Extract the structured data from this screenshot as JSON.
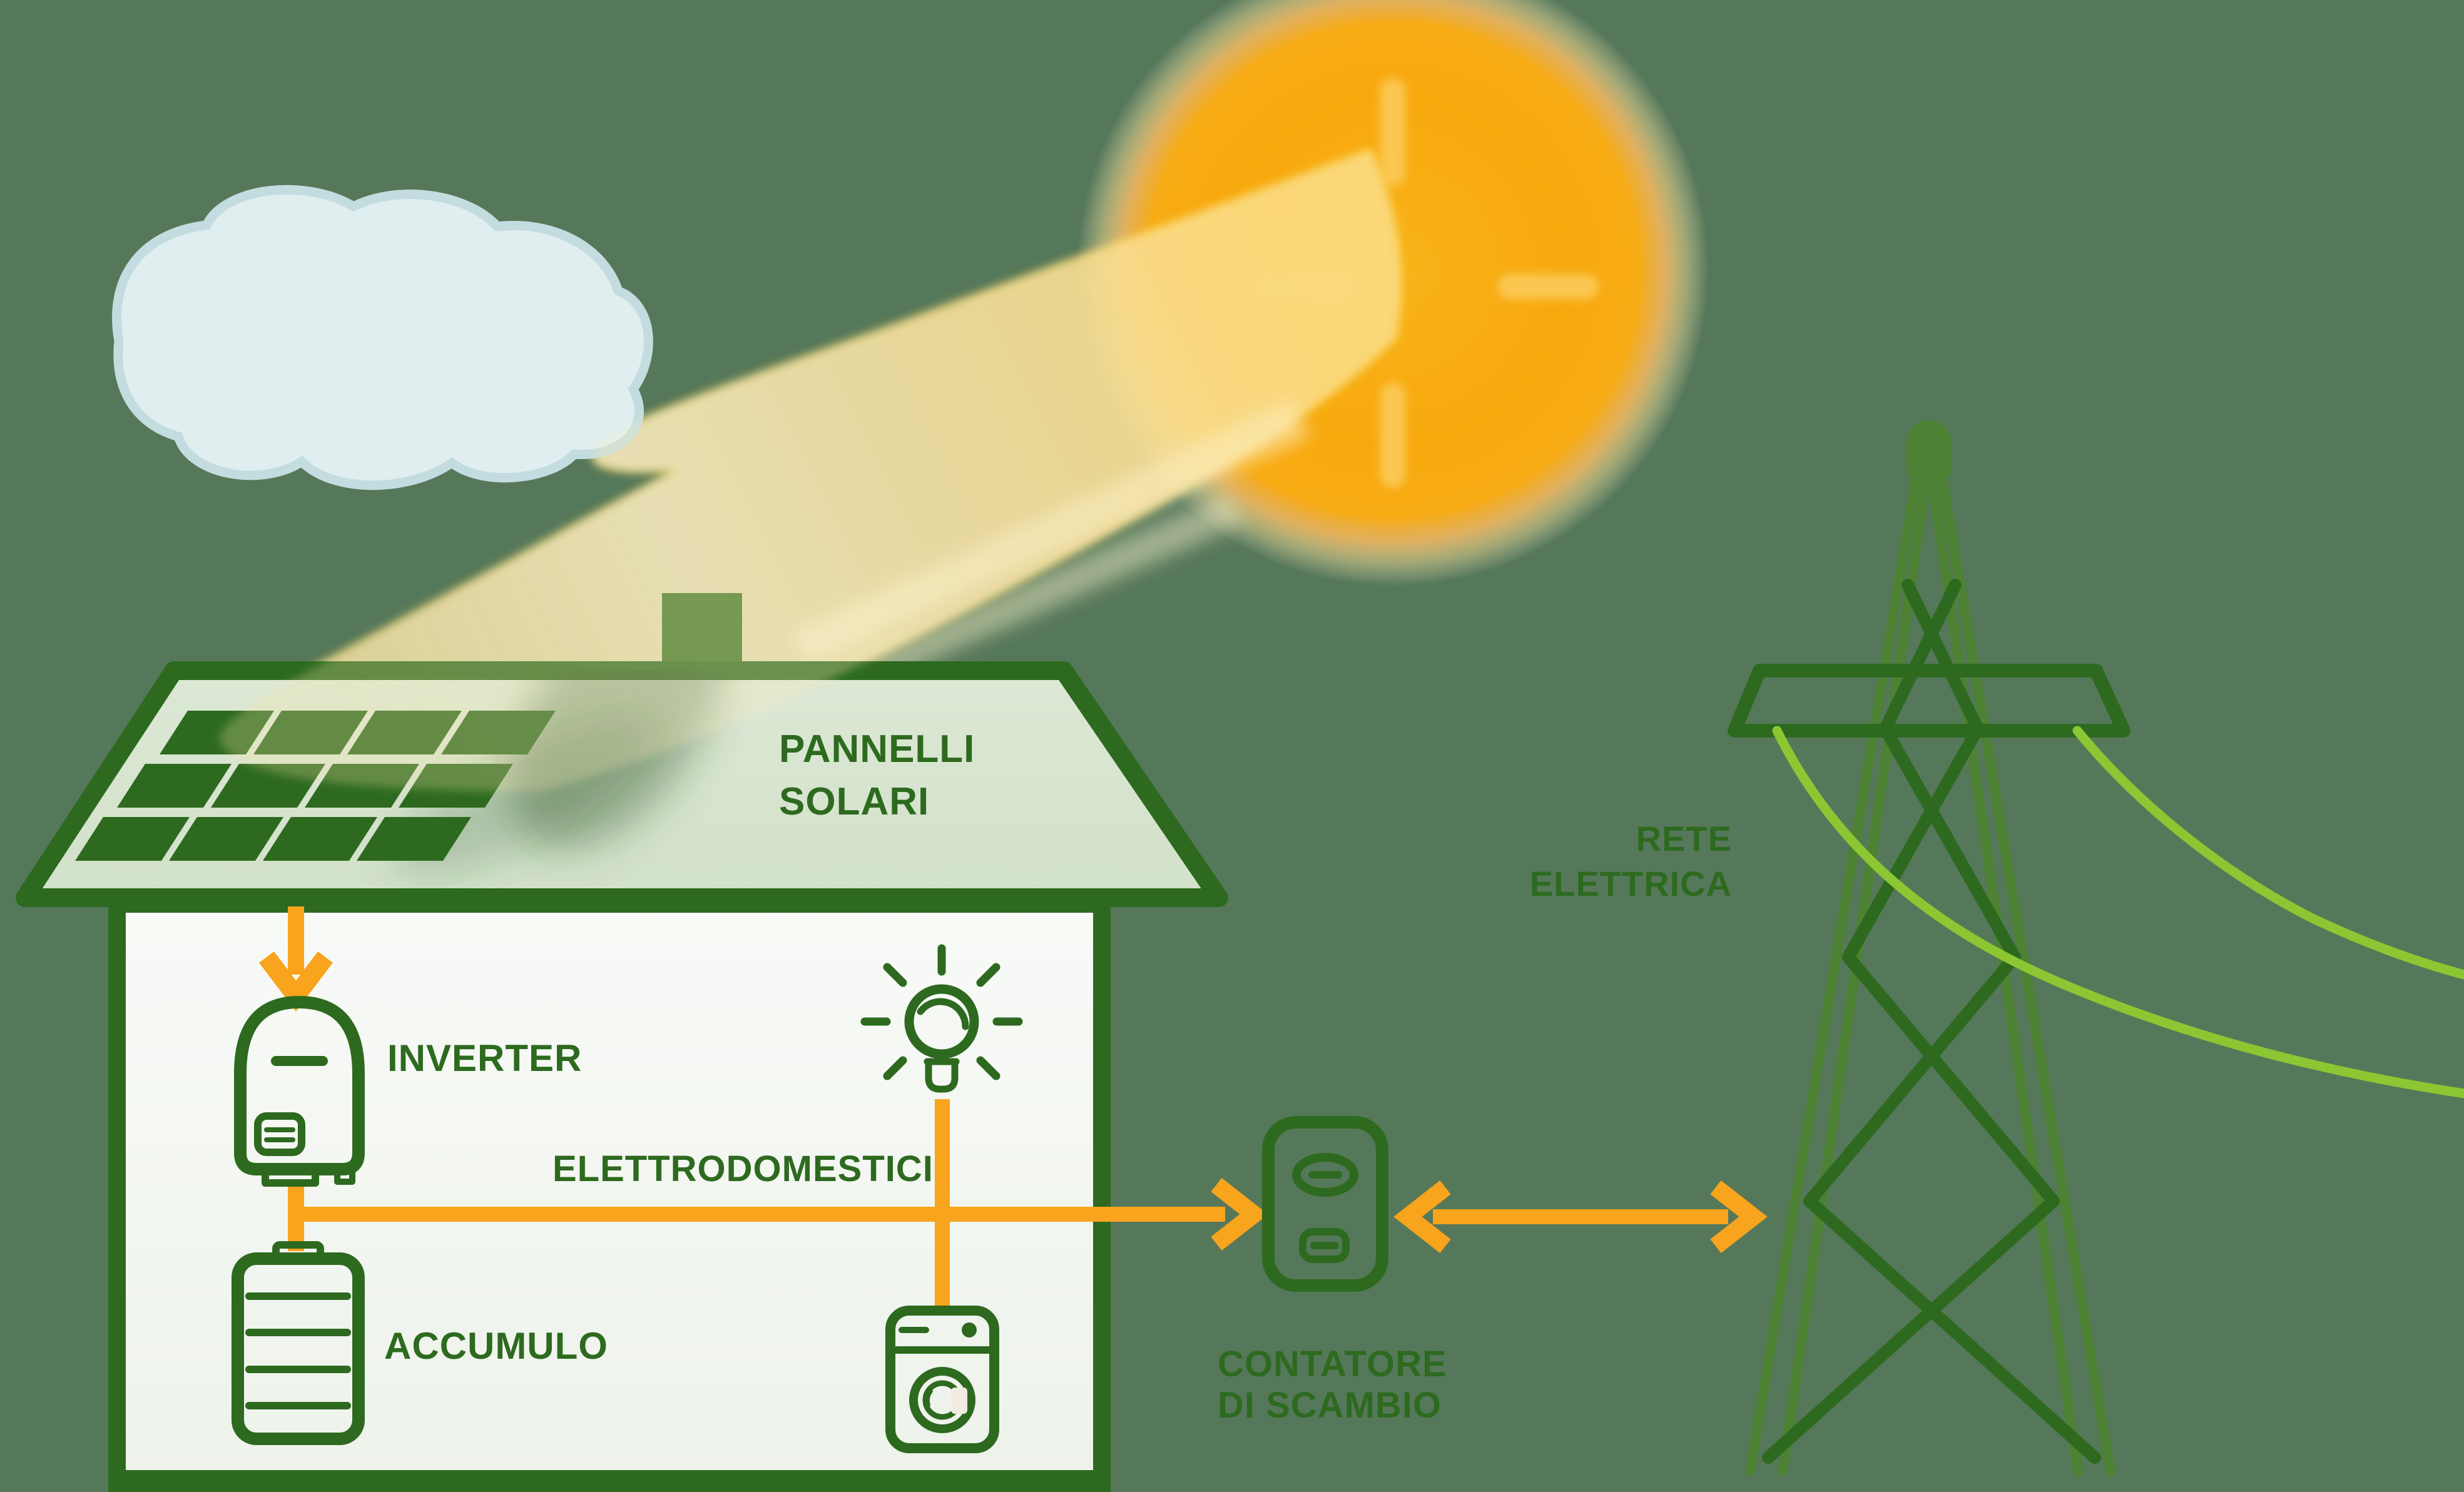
{
  "diagram": {
    "type": "solar-energy-home-infographic",
    "language": "it",
    "labels": {
      "panels_line1": "PANNELLI",
      "panels_line2": "SOLARI",
      "inverter": "INVERTER",
      "storage": "ACCUMULO",
      "appliances": "ELETTRODOMESTICI",
      "meter_line1": "CONTATORE",
      "meter_line2": "DI SCAMBIO",
      "grid_line1": "RETE",
      "grid_line2": "ELETTRICA"
    },
    "nodes": [
      {
        "id": "sun",
        "icon": "sun-icon"
      },
      {
        "id": "cloud",
        "icon": "cloud-icon"
      },
      {
        "id": "solar-panels",
        "label": "PANNELLI SOLARI",
        "icon": "solar-roof-icon"
      },
      {
        "id": "inverter",
        "label": "INVERTER",
        "icon": "inverter-icon"
      },
      {
        "id": "storage-battery",
        "label": "ACCUMULO",
        "icon": "battery-icon"
      },
      {
        "id": "appliances",
        "label": "ELETTRODOMESTICI",
        "icons": [
          "lightbulb-icon",
          "washing-machine-icon"
        ]
      },
      {
        "id": "exchange-meter",
        "label": "CONTATORE DI SCAMBIO",
        "icon": "meter-icon"
      },
      {
        "id": "grid",
        "label": "RETE ELETTRICA",
        "icon": "transmission-tower-icon"
      }
    ],
    "connections": [
      {
        "from": "sun",
        "to": "solar-panels",
        "style": "light-beam"
      },
      {
        "from": "solar-panels",
        "to": "inverter",
        "style": "orange-arrow-down"
      },
      {
        "from": "inverter",
        "to": "storage-battery",
        "style": "orange-line"
      },
      {
        "from": "inverter",
        "to": "exchange-meter",
        "style": "orange-arrow-right",
        "via": "appliances"
      },
      {
        "from": "appliances",
        "to": "washing-machine",
        "style": "orange-line-down"
      },
      {
        "from": "exchange-meter",
        "to": "grid",
        "style": "orange-double-arrow"
      }
    ],
    "colors": {
      "background": "#56785a",
      "dark_green": "#2d6a1f",
      "medium_green": "#4d8133",
      "wire_green": "#8cc633",
      "chimney_green": "#3e7625",
      "orange": "#f8a41d",
      "sun_orange": "#f7a90e",
      "sun_ray_yellow": "#fccb58",
      "beam_yellow": "#f7e1a0",
      "roof_fill": "#d8e5d0",
      "house_fill": "#f6f8f5",
      "cloud_fill": "#e0eef0",
      "cloud_stroke": "#c3dcdf"
    }
  }
}
